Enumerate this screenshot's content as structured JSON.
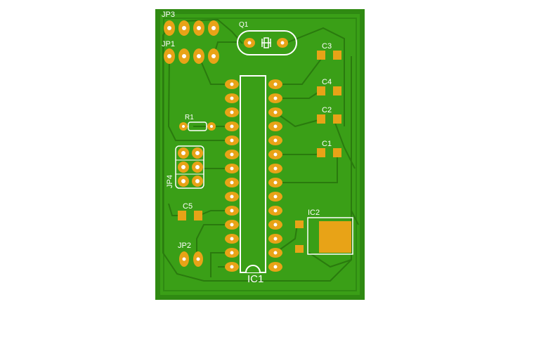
{
  "board": {
    "colors": {
      "substrate": "#2f8a12",
      "copper_fill": "#3a9f17",
      "trace": "#2a7a0e",
      "pad": "#e8a317",
      "drill": "#ffffff",
      "silkscreen": "#ffffff"
    }
  },
  "labels": {
    "jp3": "JP3",
    "jp1": "JP1",
    "q1": "Q1",
    "c3": "C3",
    "c4": "C4",
    "c2": "C2",
    "c1": "C1",
    "r1": "R1",
    "jp4": "JP4",
    "c5": "C5",
    "ic2": "IC2",
    "jp2": "JP2",
    "ic1": "IC1"
  }
}
